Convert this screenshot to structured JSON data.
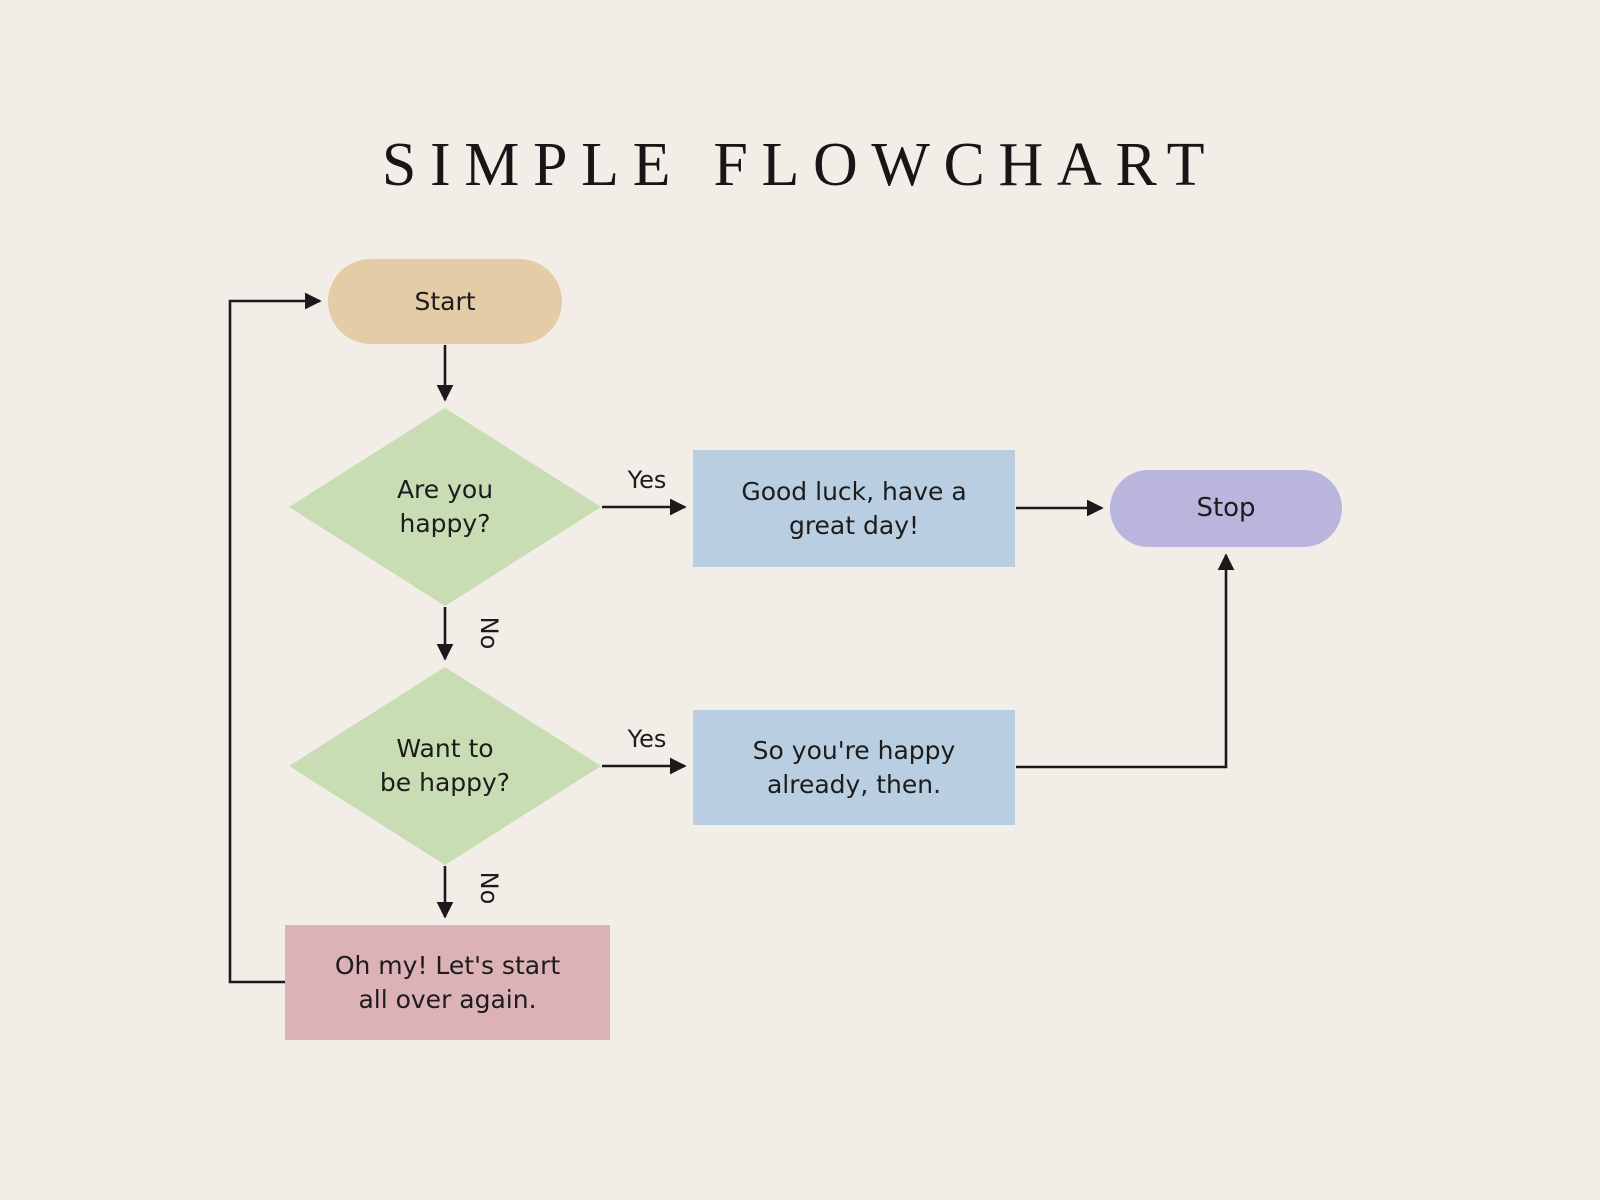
{
  "title": "SIMPLE FLOWCHART",
  "colors": {
    "bg": "#f2eee7",
    "ink": "#1c1c1c",
    "start-fill": "#e4cca6",
    "diamond-fill": "#c9ddb4",
    "process-fill": "#b9cee1",
    "stop-fill": "#b9b5dd",
    "alert-fill": "#dcb2b6"
  },
  "nodes": {
    "start": {
      "label": "Start",
      "type": "terminator"
    },
    "are_you_happy": {
      "label": "Are you\nhappy?",
      "type": "decision"
    },
    "good_luck": {
      "label": "Good luck, have a\ngreat day!",
      "type": "process"
    },
    "stop": {
      "label": "Stop",
      "type": "terminator"
    },
    "want_to_be_happy": {
      "label": "Want to\nbe happy?",
      "type": "decision"
    },
    "already_happy": {
      "label": "So you're happy\nalready, then.",
      "type": "process"
    },
    "start_over": {
      "label": "Oh my! Let's start\nall over again.",
      "type": "process"
    }
  },
  "edge_labels": {
    "are_you_happy_yes": "Yes",
    "are_you_happy_no": "No",
    "want_to_be_happy_yes": "Yes",
    "want_to_be_happy_no": "No"
  }
}
